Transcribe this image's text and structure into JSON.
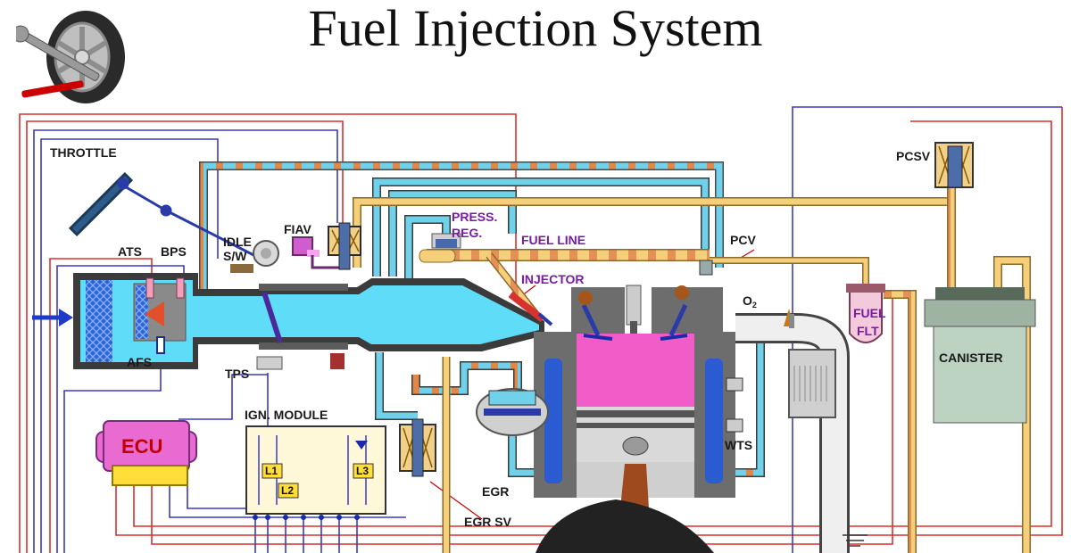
{
  "title": "Fuel Injection System",
  "labels": {
    "throttle": "THROTTLE",
    "ats": "ATS",
    "bps": "BPS",
    "afs": "AFS",
    "idle_sw": "IDLE",
    "idle_sw2": "S/W",
    "fiav": "FIAV",
    "tps": "TPS",
    "press_reg_1": "PRESS.",
    "press_reg_2": "REG.",
    "fuel_line": "FUEL LINE",
    "injector": "INJECTOR",
    "pcv": "PCV",
    "pcsv": "PCSV",
    "o2": "O",
    "o2_sub": "2",
    "fuel_flt_1": "FUEL",
    "fuel_flt_2": "FLT",
    "canister": "CANISTER",
    "ecu": "ECU",
    "ign_module": "IGN. MODULE",
    "l1": "L1",
    "l2": "L2",
    "l3": "L3",
    "egr": "EGR",
    "egr_sv": "EGR SV",
    "wts": "WTS"
  },
  "colors": {
    "air": "#4fd8f5",
    "fuel": "#f2c469",
    "combustion": "#f25cc8",
    "wire_red": "#d8322f",
    "wire_blue": "#3a3ac0",
    "ecu_body": "#e96ad0",
    "ecu_label": "#c00000"
  },
  "icons": {
    "logo": "wheel-wrench-icon",
    "flow_arrow": "intake-arrow-icon"
  }
}
